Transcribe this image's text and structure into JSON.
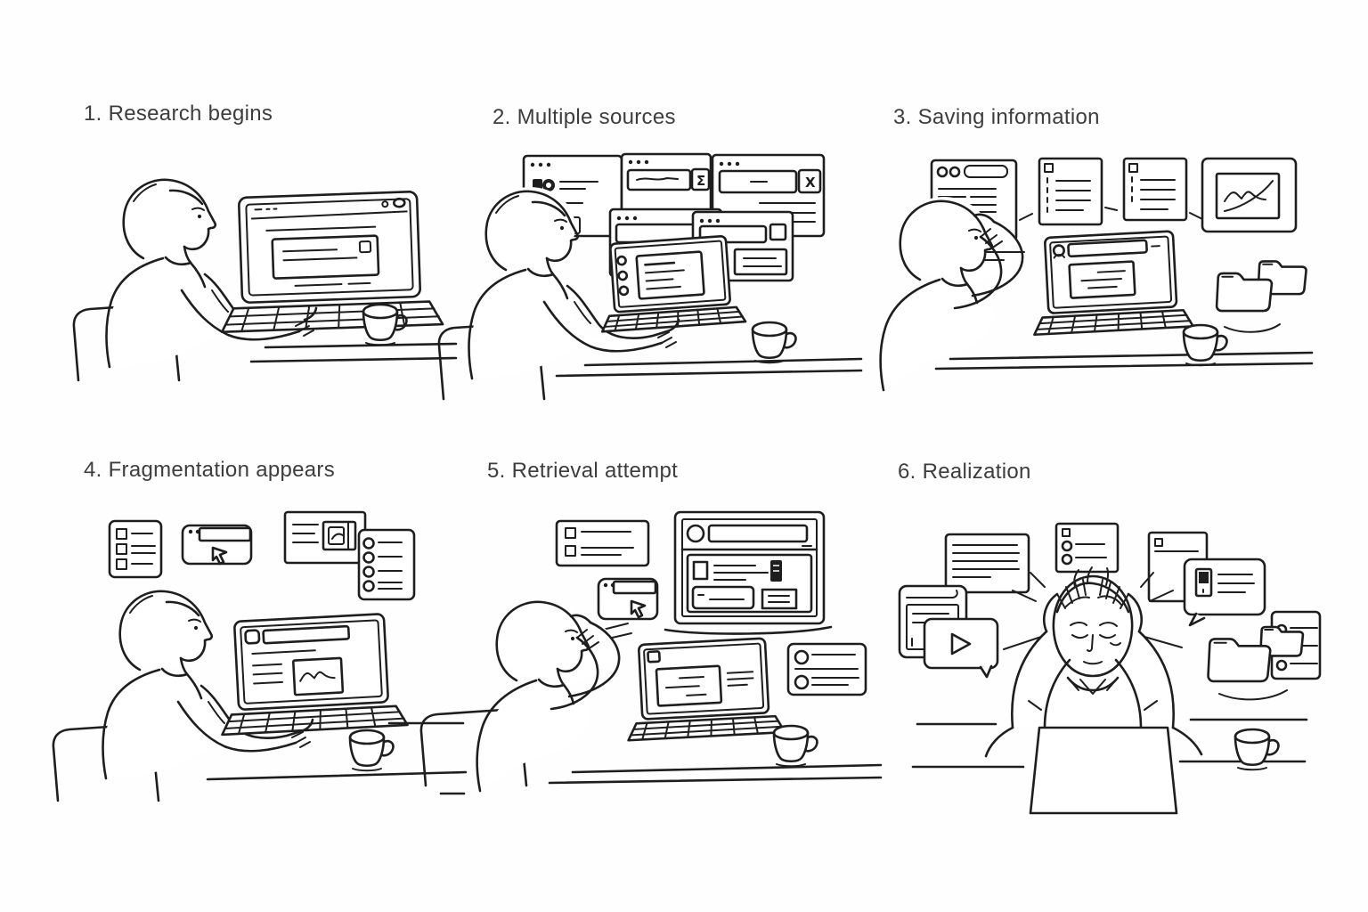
{
  "page": {
    "background": "#fefefe",
    "line_color": "#1e1e1e",
    "title_color": "#3d3d3d",
    "description": "Six-panel hand-drawn storyboard of a research workflow ending in information overload"
  },
  "panels": [
    {
      "id": 1,
      "label": "1. Research begins",
      "scene": [
        "person-typing-at-laptop",
        "browser-window-on-screen",
        "coffee-mug",
        "desk",
        "chair"
      ]
    },
    {
      "id": 2,
      "label": "2. Multiple sources",
      "scene": [
        "person-typing-at-laptop",
        "browser-window-grid",
        "sigma-tool-window",
        "x-tool-window",
        "search-windows",
        "checklist-on-laptop",
        "coffee-mug",
        "desk",
        "chair"
      ]
    },
    {
      "id": 3,
      "label": "3. Saving information",
      "scene": [
        "person-thinking-hand-to-head",
        "bookmark-card",
        "note-card",
        "note-card",
        "image-frame-card",
        "laptop-with-search",
        "folder-icons",
        "coffee-mug",
        "desk"
      ]
    },
    {
      "id": 4,
      "label": "4. Fragmentation appears",
      "scene": [
        "person-typing-at-laptop",
        "checkbox-list-card",
        "window-with-cursor",
        "image-card",
        "circle-list-card",
        "laptop-with-chart",
        "coffee-mug",
        "desk",
        "chair"
      ]
    },
    {
      "id": 5,
      "label": "5. Retrieval attempt",
      "scene": [
        "person-facepalm",
        "checkbox-card",
        "window-with-cursor",
        "large-search-browser",
        "contact-card",
        "laptop",
        "coffee-mug",
        "desk",
        "chair"
      ]
    },
    {
      "id": 6,
      "label": "6. Realization",
      "scene": [
        "person-head-in-hands",
        "text-note-card",
        "checklist-card",
        "blank-window-card",
        "message-bubble-card",
        "video-play-card",
        "app-window-card",
        "folder-icon",
        "circle-list-card",
        "laptop-lid-back",
        "stress-lines",
        "coffee-mug",
        "desk"
      ]
    }
  ],
  "glyphs": {
    "sigma": "Σ",
    "x_mark": "X"
  }
}
